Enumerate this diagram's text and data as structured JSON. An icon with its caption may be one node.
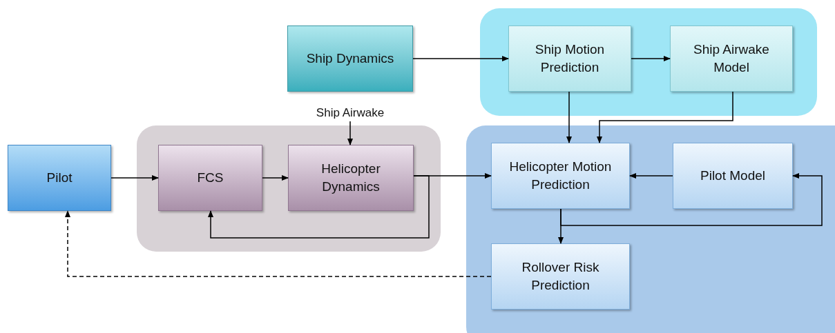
{
  "diagram": {
    "nodes": [
      {
        "text": [],
        "shape": "box"
      },
      {
        "text": [],
        "shape": "box"
      },
      {
        "text": [],
        "shape": "box"
      },
      {
        "text": [
          "Ship Dynamics"
        ]
      },
      {
        "text": [
          "Ship Motion Prediction"
        ],
        "in": 0
      },
      {
        "text": [
          "Ship Airwake Model"
        ],
        "in": 0
      },
      {
        "text": [
          "Pilot"
        ]
      },
      {
        "text": [
          "FCS"
        ],
        "in": 2
      },
      {
        "text": [
          "Helicopter Dynamics"
        ],
        "in": 2
      },
      {
        "text": [
          "Helicopter Motion Prediction"
        ],
        "in": 1
      },
      {
        "text": [
          "Pilot Model"
        ],
        "in": 1
      },
      {
        "text": [
          "Rollover Risk Prediction"
        ],
        "in": 1
      },
      {
        "text": [
          "Ship Airwake"
        ]
      }
    ],
    "edges": [
      {
        "from": 3,
        "to": 4,
        "arrow": "to"
      },
      {
        "from": 4,
        "to": 5,
        "arrow": "to"
      },
      {
        "from": 4,
        "to": 9,
        "arrow": "to"
      },
      {
        "from": 5,
        "to": 9,
        "arrow": "to"
      },
      {
        "from": 6,
        "to": 7,
        "arrow": "to"
      },
      {
        "from": 7,
        "to": 8,
        "arrow": "to"
      },
      {
        "from": 8,
        "to": 9,
        "arrow": "to"
      },
      {
        "from": 8,
        "to": 7,
        "arrow": "to"
      },
      {
        "from": 10,
        "to": 9,
        "arrow": "to"
      },
      {
        "from": 9,
        "to": 11,
        "arrow": "to"
      },
      {
        "from": 9,
        "to": 10,
        "arrow": "to"
      },
      {
        "from": 11,
        "to": 6,
        "arrow": "to",
        "style": "dashed"
      },
      {
        "from": 12,
        "to": 8,
        "arrow": "to"
      }
    ]
  }
}
